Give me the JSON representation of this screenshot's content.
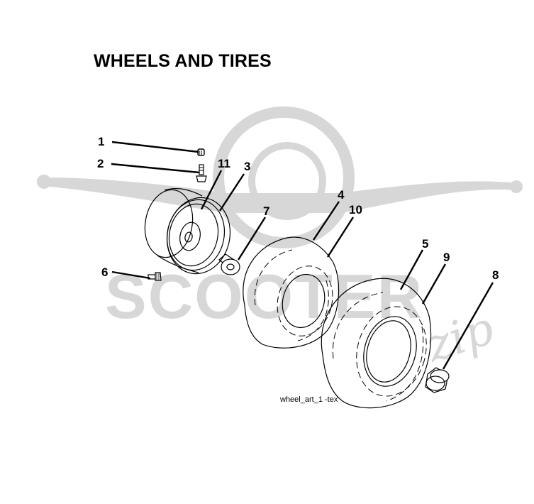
{
  "title": "WHEELS AND TIRES",
  "caption": "wheel_art_1 -tex",
  "watermark": {
    "text": "SCOOTER",
    "script": "zip",
    "color": "#d7d7d7"
  },
  "callouts": [
    {
      "id": "1",
      "label": "1"
    },
    {
      "id": "2",
      "label": "2"
    },
    {
      "id": "3",
      "label": "3"
    },
    {
      "id": "4",
      "label": "4"
    },
    {
      "id": "5",
      "label": "5"
    },
    {
      "id": "6",
      "label": "6"
    },
    {
      "id": "7",
      "label": "7"
    },
    {
      "id": "8",
      "label": "8"
    },
    {
      "id": "9",
      "label": "9"
    },
    {
      "id": "10",
      "label": "10"
    },
    {
      "id": "11",
      "label": "11"
    }
  ]
}
